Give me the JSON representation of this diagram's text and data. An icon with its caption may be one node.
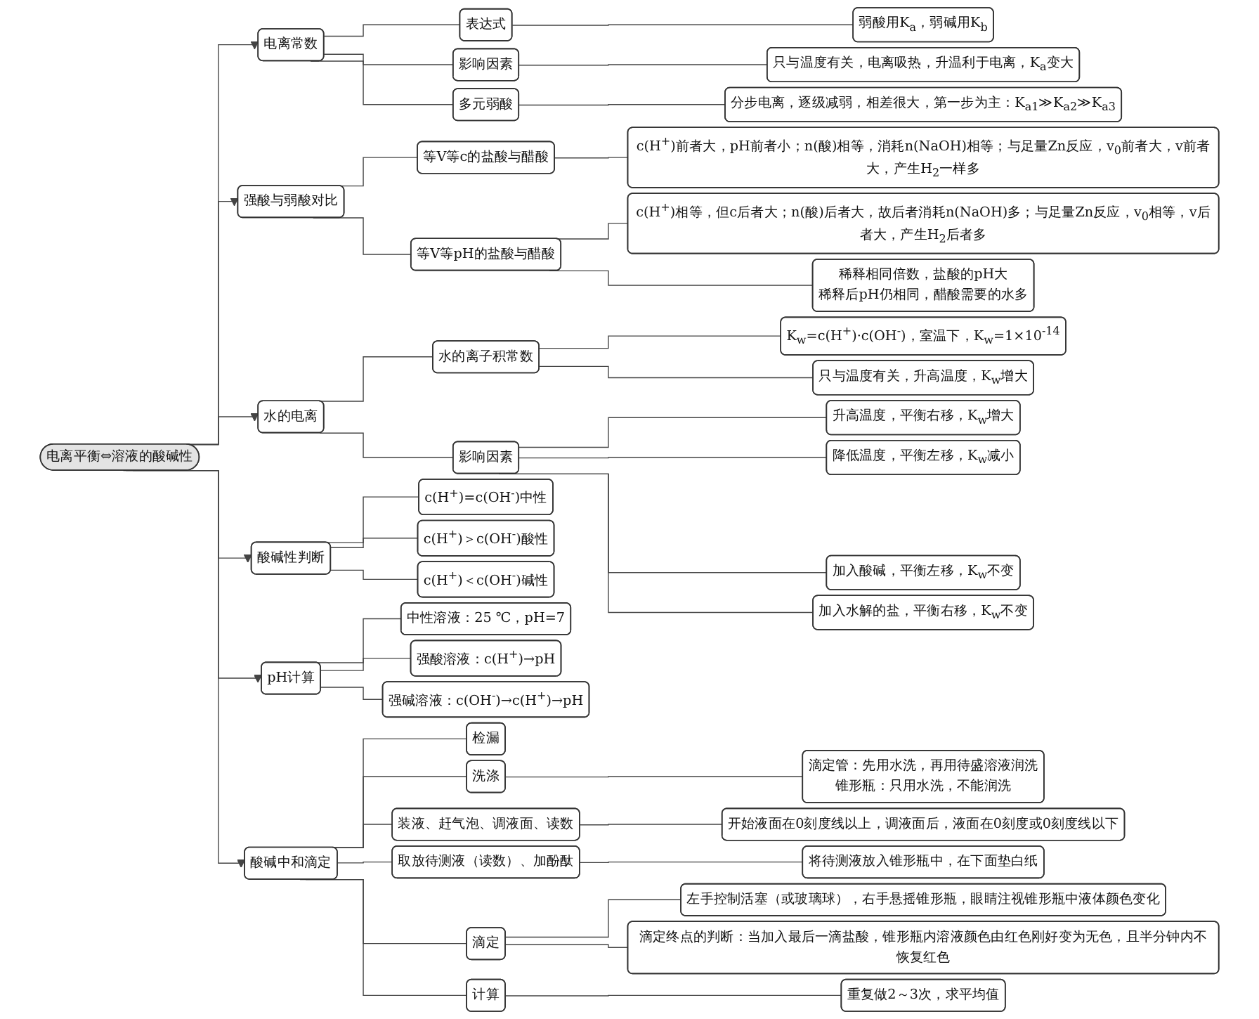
{
  "diagram": {
    "nodes": [
      {
        "text": [
          "电离平衡⇔溶液的酸碱性"
        ]
      },
      {
        "text": [
          "电离常数"
        ]
      },
      {
        "text": [
          "表达式"
        ]
      },
      {
        "text": [
          "弱酸用K$_{a}$，弱碱用K$_{b}$"
        ]
      },
      {
        "text": [
          "影响因素"
        ]
      },
      {
        "text": [
          "只与温度有关，电离吸热，升温利于电离，K$_{a}$变大"
        ]
      },
      {
        "text": [
          "多元弱酸"
        ]
      },
      {
        "text": [
          "分步电离，逐级减弱，相差很大，第一步为主：K$_{a1}$≫K$_{a2}$≫K$_{a3}$"
        ]
      },
      {
        "text": [
          "强酸与弱酸对比"
        ]
      },
      {
        "text": [
          "等V等c的盐酸与醋酸"
        ]
      },
      {
        "text": [
          "c(H$^{+}$)前者大，pH前者小；n(酸)相等，消耗n(NaOH)相等；与足量Zn反应，v$_{0}$前者大，v前者大，产生H$_{2}$一样多"
        ]
      },
      {
        "text": [
          "等V等pH的盐酸与醋酸"
        ]
      },
      {
        "text": [
          "c(H$^{+}$)相等，但c后者大；n(酸)后者大，故后者消耗n(NaOH)多；与足量Zn反应，v$_{0}$相等，v后者大，产生H$_{2}$后者多"
        ]
      },
      {
        "text": [
          "稀释相同倍数，盐酸的pH大",
          "稀释后pH仍相同，醋酸需要的水多"
        ]
      },
      {
        "text": [
          "水的电离"
        ]
      },
      {
        "text": [
          "水的离子积常数"
        ]
      },
      {
        "text": [
          "K$_{w}$=c(H$^{+}$)·c(OH$^{-}$)，室温下，K$_{w}$=1×10$^{-14}$"
        ]
      },
      {
        "text": [
          "只与温度有关，升高温度，K$_{w}$增大"
        ]
      },
      {
        "text": [
          "影响因素"
        ]
      },
      {
        "text": [
          "升高温度，平衡右移，K$_{w}$增大"
        ]
      },
      {
        "text": [
          "降低温度，平衡左移，K$_{w}$减小"
        ]
      },
      {
        "text": [
          "加入酸碱，平衡左移，K$_{w}$不变"
        ]
      },
      {
        "text": [
          "加入水解的盐，平衡右移，K$_{w}$不变"
        ]
      },
      {
        "text": [
          "酸碱性判断"
        ]
      },
      {
        "text": [
          "c(H$^{+}$)=c(OH$^{-}$)中性"
        ]
      },
      {
        "text": [
          "c(H$^{+}$)＞c(OH$^{-}$)酸性"
        ]
      },
      {
        "text": [
          "c(H$^{+}$)＜c(OH$^{-}$)碱性"
        ]
      },
      {
        "text": [
          "pH计算"
        ]
      },
      {
        "text": [
          "中性溶液：25 ℃，pH=7"
        ]
      },
      {
        "text": [
          "强酸溶液：c(H$^{+}$)→pH"
        ]
      },
      {
        "text": [
          "强碱溶液：c(OH$^{-}$)→c(H$^{+}$)→pH"
        ]
      },
      {
        "text": [
          "酸碱中和滴定"
        ]
      },
      {
        "text": [
          "检漏"
        ]
      },
      {
        "text": [
          "洗涤"
        ]
      },
      {
        "text": [
          "滴定管：先用水洗，再用待盛溶液润洗",
          "锥形瓶：只用水洗，不能润洗"
        ]
      },
      {
        "text": [
          "装液、赶气泡、调液面、读数"
        ]
      },
      {
        "text": [
          "开始液面在0刻度线以上，调液面后，液面在0刻度或0刻度线以下"
        ]
      },
      {
        "text": [
          "取放待测液（读数）、加酚酞"
        ]
      },
      {
        "text": [
          "将待测液放入锥形瓶中，在下面垫白纸"
        ]
      },
      {
        "text": [
          "滴定"
        ]
      },
      {
        "text": [
          "左手控制活塞（或玻璃球），右手悬摇锥形瓶，眼睛注视锥形瓶中液体颜色变化"
        ]
      },
      {
        "text": [
          "滴定终点的判断：当加入最后一滴盐酸，锥形瓶内溶液颜色由红色刚好变为无色，且半分钟内不恢复红色"
        ]
      },
      {
        "text": [
          "计算"
        ]
      },
      {
        "text": [
          "重复做2～3次，求平均值"
        ]
      }
    ],
    "edges": [
      {
        "from": 0,
        "to": 1,
        "arrow": "to"
      },
      {
        "from": 1,
        "to": 2,
        "arrow": "none"
      },
      {
        "from": 2,
        "to": 3,
        "arrow": "none"
      },
      {
        "from": 1,
        "to": 4,
        "arrow": "none"
      },
      {
        "from": 4,
        "to": 5,
        "arrow": "none"
      },
      {
        "from": 1,
        "to": 6,
        "arrow": "none"
      },
      {
        "from": 6,
        "to": 7,
        "arrow": "none"
      },
      {
        "from": 0,
        "to": 8,
        "arrow": "to"
      },
      {
        "from": 8,
        "to": 9,
        "arrow": "none"
      },
      {
        "from": 9,
        "to": 10,
        "arrow": "none"
      },
      {
        "from": 8,
        "to": 11,
        "arrow": "none"
      },
      {
        "from": 11,
        "to": 12,
        "arrow": "none"
      },
      {
        "from": 11,
        "to": 13,
        "arrow": "none"
      },
      {
        "from": 0,
        "to": 14,
        "arrow": "to"
      },
      {
        "from": 14,
        "to": 15,
        "arrow": "none"
      },
      {
        "from": 15,
        "to": 16,
        "arrow": "none"
      },
      {
        "from": 15,
        "to": 17,
        "arrow": "none"
      },
      {
        "from": 14,
        "to": 18,
        "arrow": "none"
      },
      {
        "from": 18,
        "to": 19,
        "arrow": "none"
      },
      {
        "from": 18,
        "to": 20,
        "arrow": "none"
      },
      {
        "from": 18,
        "to": 21,
        "arrow": "none"
      },
      {
        "from": 18,
        "to": 22,
        "arrow": "none"
      },
      {
        "from": 0,
        "to": 23,
        "arrow": "to"
      },
      {
        "from": 23,
        "to": 24,
        "arrow": "none"
      },
      {
        "from": 23,
        "to": 25,
        "arrow": "none"
      },
      {
        "from": 23,
        "to": 26,
        "arrow": "none"
      },
      {
        "from": 0,
        "to": 27,
        "arrow": "to"
      },
      {
        "from": 27,
        "to": 28,
        "arrow": "none"
      },
      {
        "from": 27,
        "to": 29,
        "arrow": "none"
      },
      {
        "from": 27,
        "to": 30,
        "arrow": "none"
      },
      {
        "from": 0,
        "to": 31,
        "arrow": "to"
      },
      {
        "from": 31,
        "to": 32,
        "arrow": "none"
      },
      {
        "from": 31,
        "to": 33,
        "arrow": "none"
      },
      {
        "from": 33,
        "to": 34,
        "arrow": "none"
      },
      {
        "from": 31,
        "to": 35,
        "arrow": "none"
      },
      {
        "from": 35,
        "to": 36,
        "arrow": "none"
      },
      {
        "from": 31,
        "to": 37,
        "arrow": "none"
      },
      {
        "from": 37,
        "to": 38,
        "arrow": "none"
      },
      {
        "from": 31,
        "to": 39,
        "arrow": "none"
      },
      {
        "from": 39,
        "to": 40,
        "arrow": "none"
      },
      {
        "from": 39,
        "to": 41,
        "arrow": "none"
      },
      {
        "from": 31,
        "to": 42,
        "arrow": "none"
      },
      {
        "from": 42,
        "to": 43,
        "arrow": "none"
      }
    ]
  }
}
